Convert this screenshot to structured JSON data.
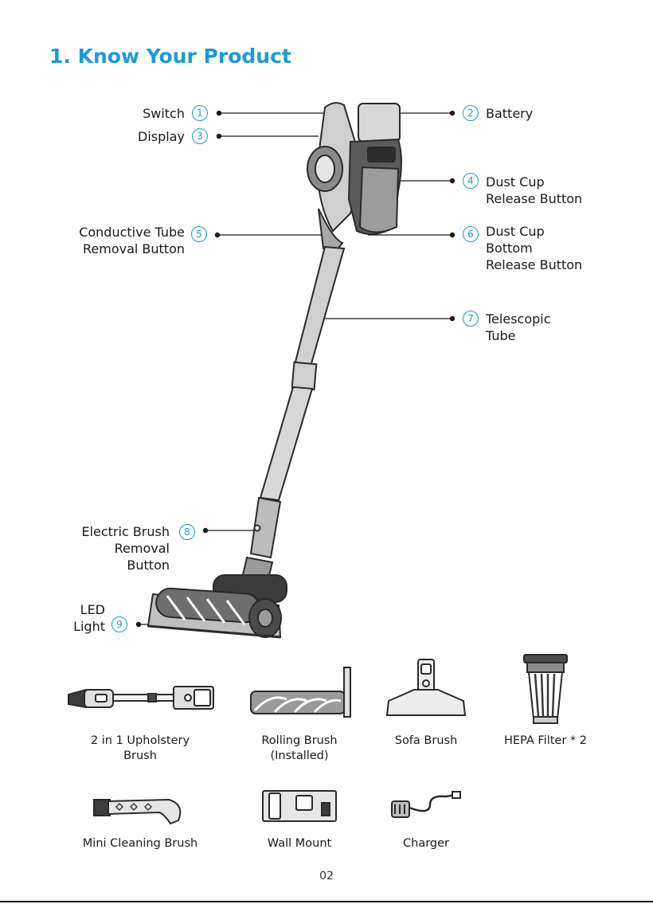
{
  "title": "1. Know Your Product",
  "parts": [
    {
      "num": "1",
      "lines": [
        "Switch"
      ]
    },
    {
      "num": "2",
      "lines": [
        "Battery"
      ]
    },
    {
      "num": "3",
      "lines": [
        "Display"
      ]
    },
    {
      "num": "4",
      "lines": [
        "Dust Cup",
        "Release Button"
      ]
    },
    {
      "num": "5",
      "lines": [
        "Conductive Tube",
        "Removal Button"
      ]
    },
    {
      "num": "6",
      "lines": [
        "Dust Cup",
        "Bottom",
        "Release Button"
      ]
    },
    {
      "num": "7",
      "lines": [
        "Telescopic",
        "Tube"
      ]
    },
    {
      "num": "8",
      "lines": [
        "Electric Brush",
        "Removal",
        "Button"
      ]
    },
    {
      "num": "9",
      "lines": [
        "LED",
        "Light"
      ]
    }
  ],
  "accessories": [
    {
      "lines": [
        "2 in 1 Upholstery",
        "Brush"
      ]
    },
    {
      "lines": [
        "Rolling Brush",
        "(Installed)"
      ]
    },
    {
      "lines": [
        "Sofa Brush"
      ]
    },
    {
      "lines": [
        "HEPA Filter * 2"
      ]
    },
    {
      "lines": [
        "Mini Cleaning Brush"
      ]
    },
    {
      "lines": [
        "Wall Mount"
      ]
    },
    {
      "lines": [
        "Charger"
      ]
    }
  ],
  "page_number": "02",
  "colors": {
    "accent": "#1a9bd7",
    "line": "#1a1a1a",
    "body_dark": "#3a3a3a",
    "body_light": "#bdbdbd"
  }
}
